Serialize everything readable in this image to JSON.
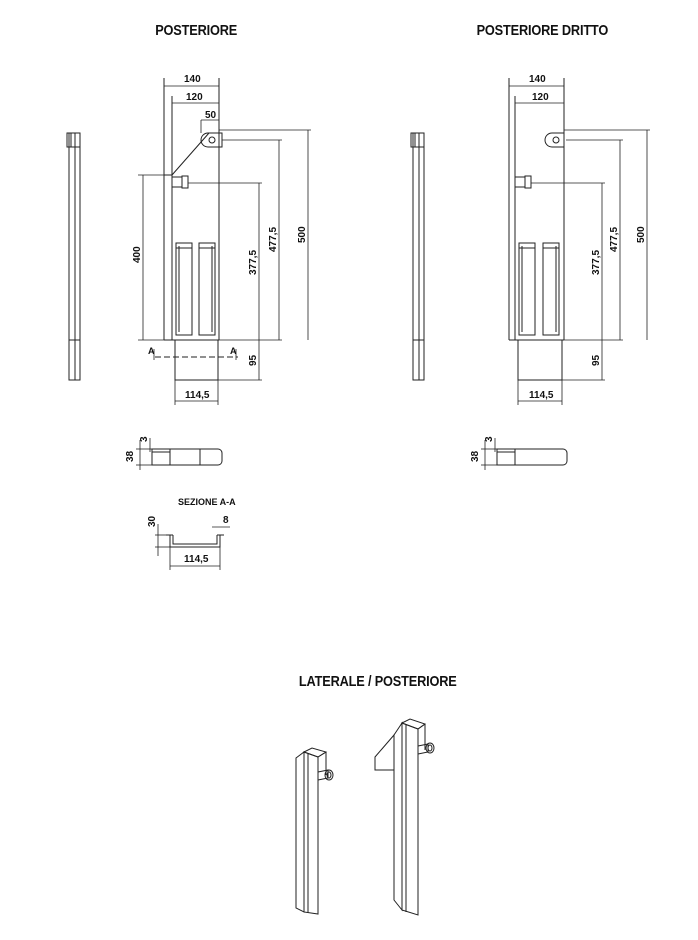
{
  "titles": {
    "posteriore": "POSTERIORE",
    "posteriore_dritto": "POSTERIORE DRITTO",
    "laterale_posteriore": "LATERALE / POSTERIORE",
    "sezione": "SEZIONE A-A"
  },
  "dimensions": {
    "posteriore": {
      "width_140": "140",
      "width_120": "120",
      "offset_50": "50",
      "height_400": "400",
      "height_377_5": "377,5",
      "height_477_5": "477,5",
      "height_500": "500",
      "height_95": "95",
      "width_114_5": "114,5",
      "section_mark": "A"
    },
    "posteriore_dritto": {
      "width_140": "140",
      "width_120": "120",
      "height_377_5": "377,5",
      "height_477_5": "477,5",
      "height_500": "500",
      "height_95": "95",
      "width_114_5": "114,5"
    },
    "top_view": {
      "thickness_3": "3",
      "height_38": "38"
    },
    "section": {
      "height_30": "30",
      "thickness_8": "8",
      "width_114_5": "114,5"
    }
  },
  "colors": {
    "line": "#222222",
    "background": "#ffffff"
  }
}
